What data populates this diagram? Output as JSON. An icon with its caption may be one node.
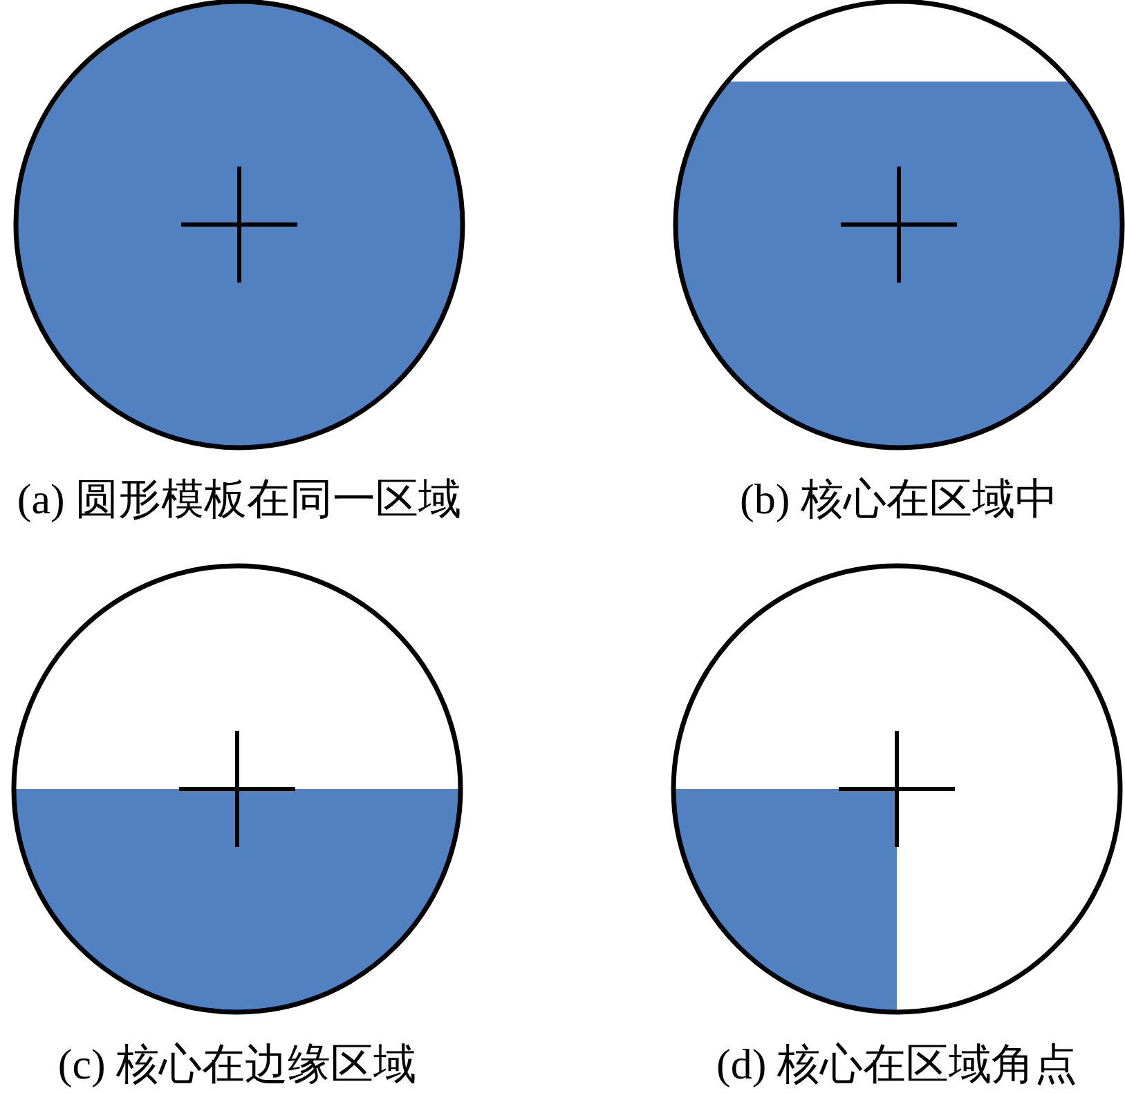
{
  "diagram": {
    "labels": [
      "(a) 圆形模板在同一区域",
      "(b) 核心在区域中",
      "(c) 核心在边缘区域",
      "(d) 核心在区域角点"
    ]
  }
}
